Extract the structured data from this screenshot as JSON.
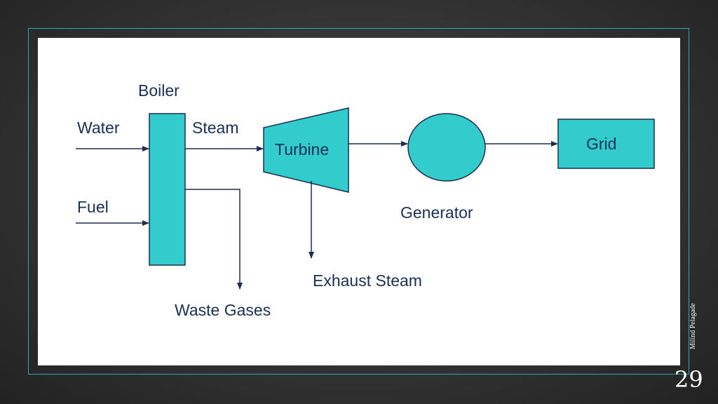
{
  "diagram": {
    "labels": {
      "boiler": "Boiler",
      "water": "Water",
      "fuel": "Fuel",
      "steam": "Steam",
      "turbine": "Turbine",
      "generator": "Generator",
      "grid": "Grid",
      "exhaust_steam": "Exhaust Steam",
      "waste_gases": "Waste Gases"
    },
    "colors": {
      "shape_fill": "#33cccc",
      "shape_stroke": "#1b2f55",
      "arrow": "#1b2f55",
      "text": "#1b2f55"
    }
  },
  "footer": {
    "author": "Milind Pelagade",
    "page_number": "29"
  }
}
